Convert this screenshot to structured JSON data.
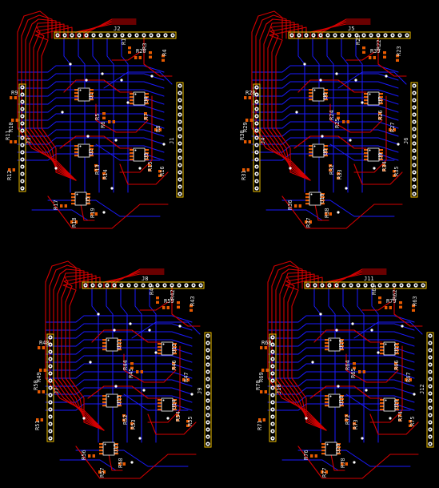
{
  "colors": {
    "background": "#000000",
    "top_copper": "#d40000",
    "bottom_copper": "#1a1aff",
    "pads": "#e85a00",
    "silkscreen": "#e8e8e8",
    "outline": "#f0c000"
  },
  "boards": [
    {
      "name": "board-top-left",
      "top_header": "J2",
      "left_header": "J3",
      "right_header": "J1",
      "ics": [
        "U1",
        "U4",
        "U2",
        "U3",
        "U5"
      ],
      "resistors": [
        "R1",
        "R3",
        "R4",
        "R5",
        "R6",
        "R7",
        "R8",
        "R9",
        "R10",
        "R11",
        "R12",
        "R13",
        "R14",
        "R15",
        "R16",
        "R17",
        "R18",
        "R19",
        "R20"
      ]
    },
    {
      "name": "board-top-right",
      "top_header": "J5",
      "left_header": "J4",
      "right_header": "J6",
      "ics": [
        "U6",
        "U7",
        "U8",
        "U9",
        "U10"
      ],
      "resistors": [
        "R21",
        "R22",
        "R23",
        "R24",
        "R25",
        "R26",
        "R27",
        "R28",
        "R29",
        "R30",
        "R31",
        "R32",
        "R33",
        "R34",
        "R35",
        "R36",
        "R37",
        "R38",
        "R39",
        "R40"
      ]
    },
    {
      "name": "board-bottom-left",
      "top_header": "J8",
      "left_header": "J7",
      "right_header": "J9",
      "ics": [
        "U11",
        "U12",
        "U13",
        "U14",
        "U15"
      ],
      "resistors": [
        "R41",
        "R42",
        "R43",
        "R44",
        "R45",
        "R46",
        "R47",
        "R48",
        "R49",
        "R50",
        "R51",
        "R52",
        "R53",
        "R54",
        "R55",
        "R56",
        "R57",
        "R58",
        "R59",
        "R60"
      ]
    },
    {
      "name": "board-bottom-right",
      "top_header": "J11",
      "left_header": "J10",
      "right_header": "J12",
      "ics": [
        "U16",
        "U17",
        "U18",
        "U19",
        "U20"
      ],
      "resistors": [
        "R61",
        "R62",
        "R63",
        "R64",
        "R65",
        "R66",
        "R67",
        "R68",
        "R69",
        "R70",
        "R71",
        "R72",
        "R73",
        "R74",
        "R75",
        "R76",
        "R77",
        "R78",
        "R79",
        "R80"
      ]
    }
  ]
}
